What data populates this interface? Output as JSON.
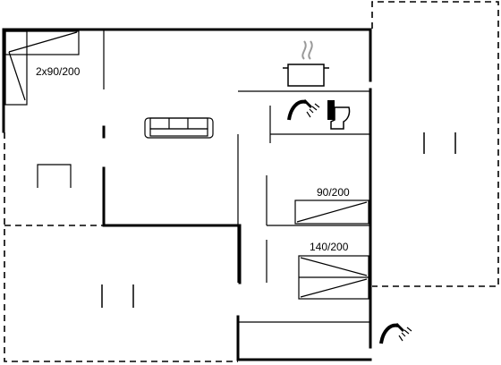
{
  "floor_plan": {
    "labels": {
      "bed_top_left": "2x90/200",
      "bed_single": "90/200",
      "bed_double": "140/200"
    },
    "icons": [
      "cooking-pot-icon",
      "sofa-icon",
      "shower-icon",
      "toilet-icon",
      "outdoor-shower-icon"
    ]
  }
}
